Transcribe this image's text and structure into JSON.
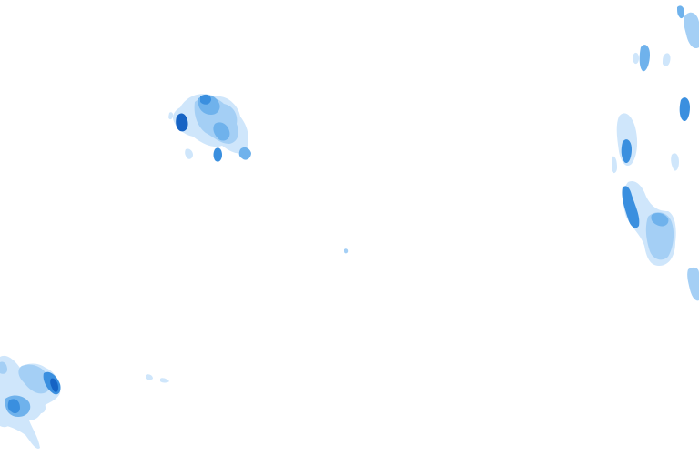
{
  "map": {
    "kind": "precipitation-radar-overlay",
    "background_color": "#ffffff",
    "palette": {
      "light": "#cfe6fb",
      "medium_light": "#a4cff5",
      "medium": "#6fb2ec",
      "medium_dark": "#3a8fdf",
      "dark": "#1663c4"
    },
    "echo_regions": [
      {
        "name": "upper-left-cell-cluster"
      },
      {
        "name": "right-edge-band"
      },
      {
        "name": "lower-left-cluster"
      },
      {
        "name": "isolated-speck"
      }
    ]
  }
}
